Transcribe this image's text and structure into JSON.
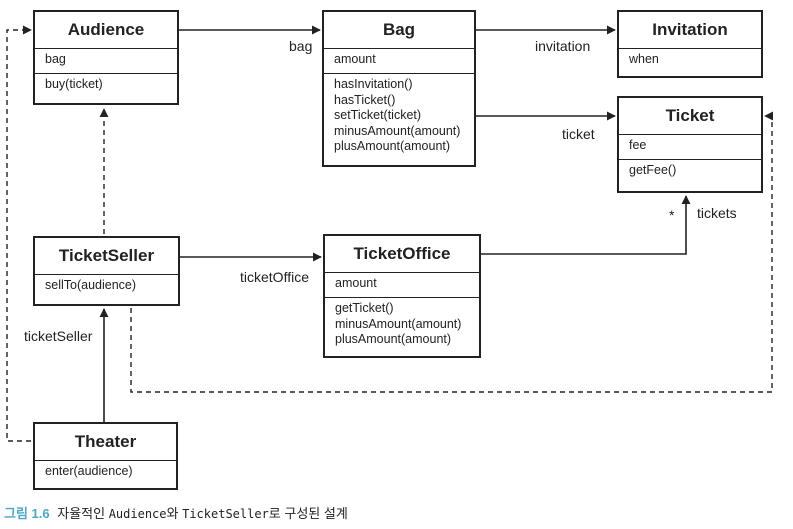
{
  "classes": {
    "audience": {
      "name": "Audience",
      "attributes": [
        "bag"
      ],
      "methods": [
        "buy(ticket)"
      ]
    },
    "bag": {
      "name": "Bag",
      "attributes": [
        "amount"
      ],
      "methods": [
        "hasInvitation()",
        "hasTicket()",
        "setTicket(ticket)",
        "minusAmount(amount)",
        "plusAmount(amount)"
      ]
    },
    "invitation": {
      "name": "Invitation",
      "attributes": [
        "when"
      ],
      "methods": []
    },
    "ticket": {
      "name": "Ticket",
      "attributes": [
        "fee"
      ],
      "methods": [
        "getFee()"
      ]
    },
    "ticketseller": {
      "name": "TicketSeller",
      "attributes": [],
      "methods": [
        "sellTo(audience)"
      ]
    },
    "ticketoffice": {
      "name": "TicketOffice",
      "attributes": [
        "amount"
      ],
      "methods": [
        "getTicket()",
        "minusAmount(amount)",
        "plusAmount(amount)"
      ]
    },
    "theater": {
      "name": "Theater",
      "attributes": [],
      "methods": [
        "enter(audience)"
      ]
    }
  },
  "associations": {
    "bag": "bag",
    "invitation": "invitation",
    "ticket": "ticket",
    "tickets": "tickets",
    "tickets_multiplicity": "*",
    "ticketOffice": "ticketOffice",
    "ticketSeller": "ticketSeller"
  },
  "caption": {
    "number": "그림 1.6",
    "text_before": "자율적인",
    "class1": "Audience",
    "connector": "와",
    "class2": "TicketSeller",
    "text_after": "로 구성된 설계"
  }
}
